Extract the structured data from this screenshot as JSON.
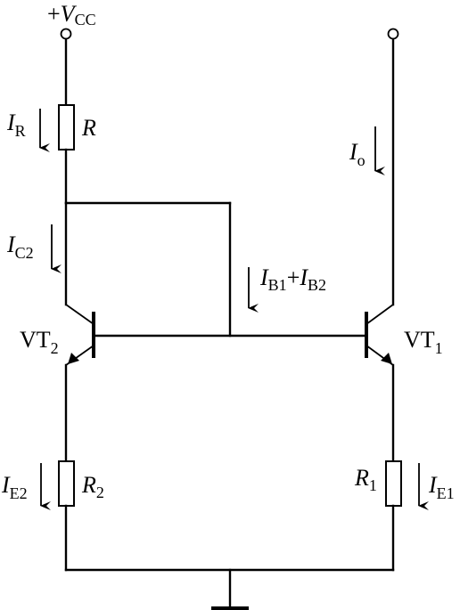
{
  "supply": {
    "sign": "+",
    "symbol": "V",
    "subscript": "CC"
  },
  "labels": {
    "ir": {
      "symbol": "I",
      "subscript": "R"
    },
    "r": {
      "symbol": "R"
    },
    "io": {
      "symbol": "I",
      "subscript": "o"
    },
    "ic2": {
      "symbol": "I",
      "subscript": "C2"
    },
    "ib": {
      "symbol1": "I",
      "subscript1": "B1",
      "plus": "+",
      "symbol2": "I",
      "subscript2": "B2"
    },
    "vt2": {
      "name": "VT",
      "subscript": "2"
    },
    "vt1": {
      "name": "VT",
      "subscript": "1"
    },
    "ie2": {
      "symbol": "I",
      "subscript": "E2"
    },
    "r2": {
      "symbol": "R",
      "subscript": "2"
    },
    "r1": {
      "symbol": "R",
      "subscript": "1"
    },
    "ie1": {
      "symbol": "I",
      "subscript": "E1"
    }
  }
}
